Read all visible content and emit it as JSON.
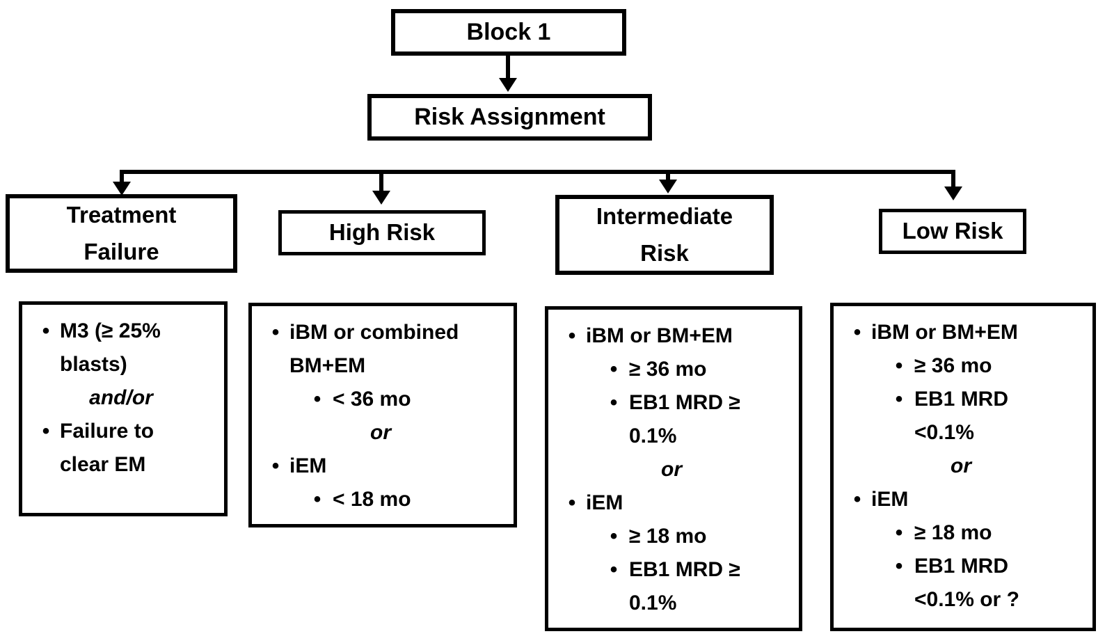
{
  "colors": {
    "ink": "#000000",
    "paper": "#ffffff"
  },
  "flow": {
    "block1": "Block 1",
    "risk_assignment": "Risk Assignment",
    "branches": [
      {
        "id": "treatment-failure",
        "header_lines": [
          "Treatment",
          "Failure"
        ],
        "items": [
          {
            "type": "b1",
            "text": "M3 (≥ 25%\nblasts)"
          },
          {
            "type": "or",
            "text": "and/or"
          },
          {
            "type": "b1",
            "text": "Failure to\nclear EM"
          }
        ]
      },
      {
        "id": "high-risk",
        "header_lines": [
          "High Risk"
        ],
        "items": [
          {
            "type": "b1",
            "text": "iBM or combined\nBM+EM"
          },
          {
            "type": "b2",
            "text": "< 36 mo"
          },
          {
            "type": "or",
            "text": "or"
          },
          {
            "type": "b1",
            "text": "iEM"
          },
          {
            "type": "b2",
            "text": "< 18 mo"
          }
        ]
      },
      {
        "id": "intermediate-risk",
        "header_lines": [
          "Intermediate",
          "Risk"
        ],
        "items": [
          {
            "type": "b1",
            "text": "iBM or BM+EM"
          },
          {
            "type": "b2",
            "text": "≥ 36 mo"
          },
          {
            "type": "b2",
            "text": "EB1 MRD ≥\n0.1%"
          },
          {
            "type": "or",
            "text": "or"
          },
          {
            "type": "b1",
            "text": "iEM"
          },
          {
            "type": "b2",
            "text": "≥ 18 mo"
          },
          {
            "type": "b2",
            "text": "EB1 MRD ≥\n0.1%"
          }
        ]
      },
      {
        "id": "low-risk",
        "header_lines": [
          "Low Risk"
        ],
        "items": [
          {
            "type": "b1",
            "text": "iBM or BM+EM"
          },
          {
            "type": "b2",
            "text": "≥ 36 mo"
          },
          {
            "type": "b2",
            "text": "EB1 MRD\n<0.1%"
          },
          {
            "type": "or",
            "text": "or"
          },
          {
            "type": "b1",
            "text": "iEM"
          },
          {
            "type": "b2",
            "text": "≥ 18 mo"
          },
          {
            "type": "b2",
            "text": "EB1 MRD\n<0.1% or ?"
          }
        ]
      }
    ]
  }
}
